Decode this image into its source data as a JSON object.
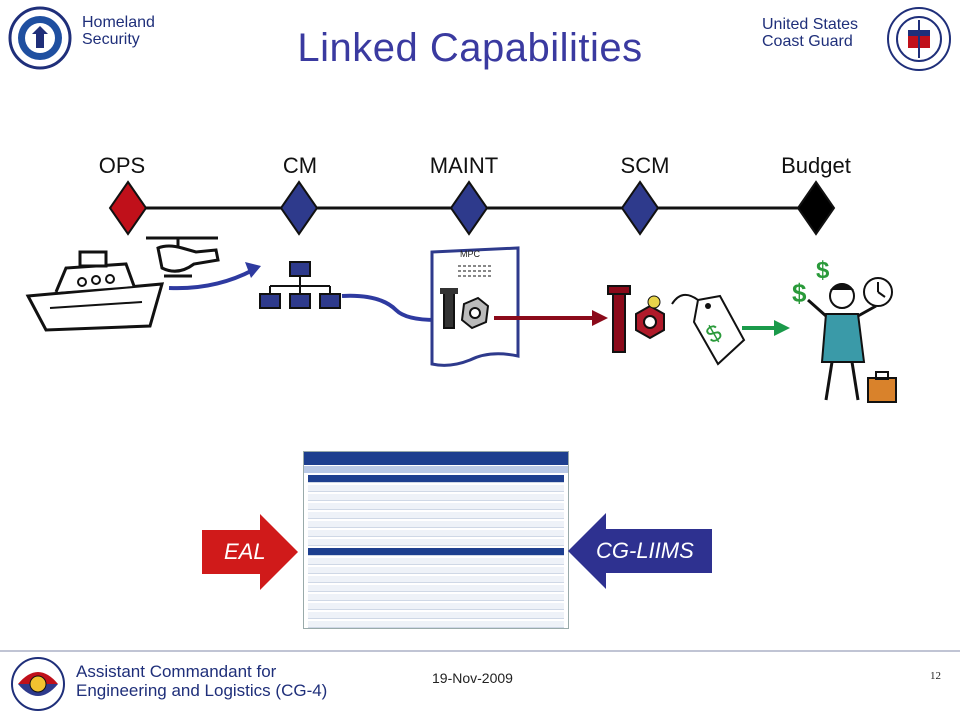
{
  "header": {
    "left_org_line1": "Homeland",
    "left_org_line2": "Security",
    "title": "Linked Capabilities",
    "right_org_line1": "United States",
    "right_org_line2": "Coast Guard"
  },
  "timeline": {
    "stages": [
      {
        "label": "OPS",
        "color": "#c0101a"
      },
      {
        "label": "CM",
        "color": "#2e3a8c"
      },
      {
        "label": "MAINT",
        "color": "#2e3a8c"
      },
      {
        "label": "SCM",
        "color": "#2e3a8c"
      },
      {
        "label": "Budget",
        "color": "#000000"
      }
    ]
  },
  "illustrations": {
    "document_label": "MPC"
  },
  "arrows": {
    "left_label": "EAL",
    "left_color": "#d01a1a",
    "right_label": "CG-LIIMS",
    "right_color": "#2e3190"
  },
  "footer": {
    "org_line1": "Assistant Commandant for",
    "org_line2": "Engineering and Logistics (CG-4)",
    "date": "19-Nov-2009",
    "page_number": "12"
  },
  "colors": {
    "title": "#3a3aa0",
    "header_text": "#1f2f7a",
    "timeline_line": "#111111"
  }
}
